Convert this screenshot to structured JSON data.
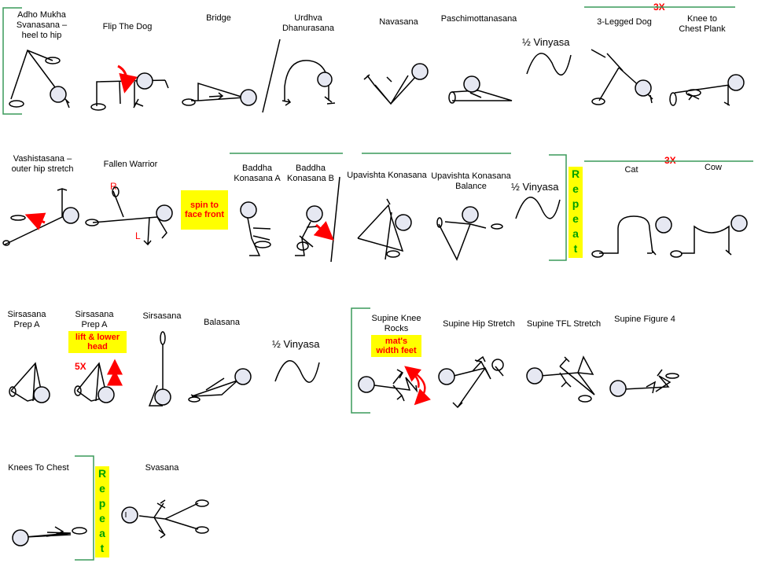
{
  "poses": {
    "adho_mukha": "Adho Mukha\nSvanasana –\nheel to hip",
    "flip_the_dog": "Flip The Dog",
    "bridge": "Bridge",
    "urdhva": "Urdhva\nDhanurasana",
    "navasana": "Navasana",
    "paschimottanasana": "Paschimottanasana",
    "three_legged_dog": "3-Legged Dog",
    "knee_to_chest_plank": "Knee to\nChest Plank",
    "vashistasana": "Vashistasana –\nouter hip stretch",
    "fallen_warrior": "Fallen Warrior",
    "baddha_a": "Baddha\nKonasana A",
    "baddha_b": "Baddha\nKonasana B",
    "upavishta": "Upavishta Konasana",
    "upavishta_balance": "Upavishta Konasana\nBalance",
    "cat": "Cat",
    "cow": "Cow",
    "sirsasana_prep_a1": "Sirsasana\nPrep A",
    "sirsasana_prep_a2": "Sirsasana\nPrep A",
    "sirsasana": "Sirsasana",
    "balasana": "Balasana",
    "supine_knee_rocks": "Supine Knee\nRocks",
    "supine_hip_stretch": "Supine Hip Stretch",
    "supine_tfl_stretch": "Supine TFL Stretch",
    "supine_figure_4": "Supine Figure 4",
    "knees_to_chest": "Knees To Chest",
    "svasana": "Svasana"
  },
  "vinyasa": [
    "½ Vinyasa",
    "½ Vinyasa",
    "½ Vinyasa"
  ],
  "notes": {
    "spin": "spin to\nface front",
    "lift_lower": "lift & lower\nhead",
    "mats_width": "mat's\nwidth feet",
    "five_x": "5X",
    "three_x_1": "3X",
    "three_x_2": "3X",
    "r": "R",
    "l": "L",
    "repeat_1": "R\ne\np\ne\na\nt",
    "repeat_2": "R\ne\np\ne\na\nt"
  },
  "colors": {
    "bracket": "#3a9a5a",
    "highlight": "#ffff00",
    "red": "#ff0000",
    "repeat_text": "#00a000",
    "head_fill": "#e6e8f2"
  }
}
